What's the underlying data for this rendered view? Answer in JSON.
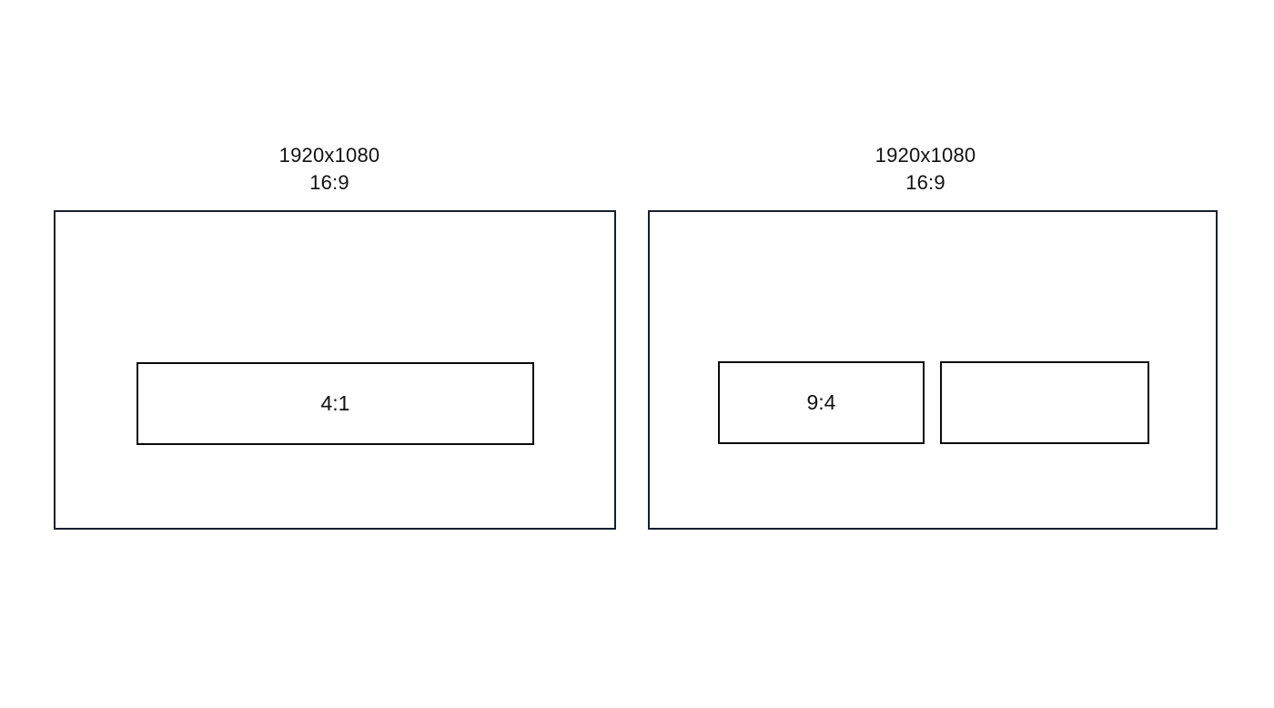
{
  "diagram": {
    "panels": [
      {
        "caption": {
          "resolution": "1920x1080",
          "aspect_ratio": "16:9"
        },
        "boxes": [
          {
            "label": "4:1"
          }
        ]
      },
      {
        "caption": {
          "resolution": "1920x1080",
          "aspect_ratio": "16:9"
        },
        "boxes": [
          {
            "label": "9:4"
          },
          {
            "label": ""
          }
        ]
      }
    ],
    "colors": {
      "background": "#ffffff",
      "outer_border": "#161f2c",
      "inner_border": "#0a0a0a",
      "text": "#111111"
    }
  }
}
